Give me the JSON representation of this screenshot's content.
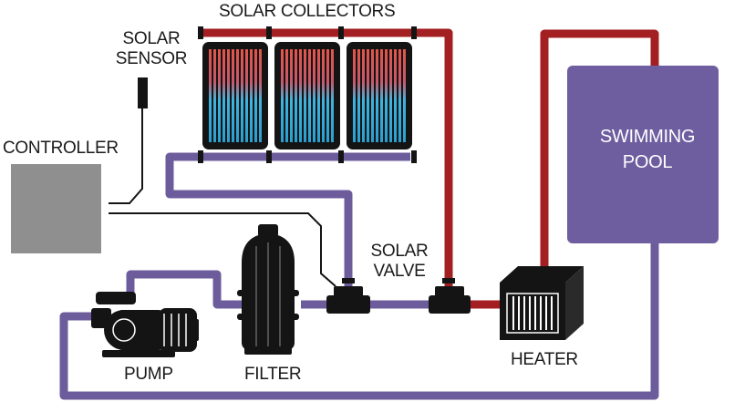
{
  "labels": {
    "solar_collectors": "SOLAR COLLECTORS",
    "solar_sensor_line1": "SOLAR",
    "solar_sensor_line2": "SENSOR",
    "controller": "CONTROLLER",
    "solar_valve_line1": "SOLAR",
    "solar_valve_line2": "VALVE",
    "swimming_pool_line1": "SWIMMING",
    "swimming_pool_line2": "POOL",
    "heater": "HEATER",
    "pump": "PUMP",
    "filter": "FILTER"
  },
  "colors": {
    "hot_pipe": "#a31f22",
    "cold_pipe": "#6c5c9c",
    "pool": "#6e5ea0",
    "controller": "#8e8f8e",
    "equipment": "#141414",
    "collector_hot": "#e2554a",
    "collector_cold": "#3fb4df"
  },
  "icons": [
    "solar-collector",
    "solar-sensor",
    "controller-box",
    "pump",
    "filter",
    "heater",
    "valve",
    "swimming-pool"
  ]
}
